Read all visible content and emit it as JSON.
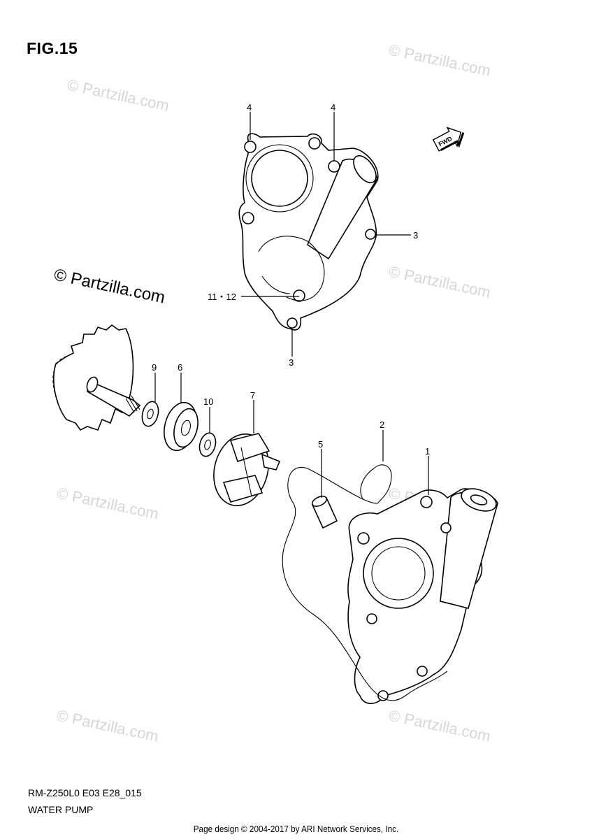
{
  "figure": {
    "title": "FIG.15",
    "model_code": "RM-Z250L0 E03 E28_015",
    "section_name": "WATER PUMP"
  },
  "footer": {
    "text": "Page design © 2004-2017 by ARI Network Services, Inc."
  },
  "watermark": {
    "text": "© Partzilla.com"
  },
  "direction_marker": {
    "label": "FWD"
  },
  "callouts": [
    {
      "id": "c4a",
      "label": "4"
    },
    {
      "id": "c4b",
      "label": "4"
    },
    {
      "id": "c3a",
      "label": "3"
    },
    {
      "id": "c11-12",
      "label": "11・12"
    },
    {
      "id": "c3b",
      "label": "3"
    },
    {
      "id": "c9",
      "label": "9"
    },
    {
      "id": "c6",
      "label": "6"
    },
    {
      "id": "c10",
      "label": "10"
    },
    {
      "id": "c7",
      "label": "7"
    },
    {
      "id": "c2",
      "label": "2"
    },
    {
      "id": "c5",
      "label": "5"
    },
    {
      "id": "c1",
      "label": "1"
    }
  ]
}
